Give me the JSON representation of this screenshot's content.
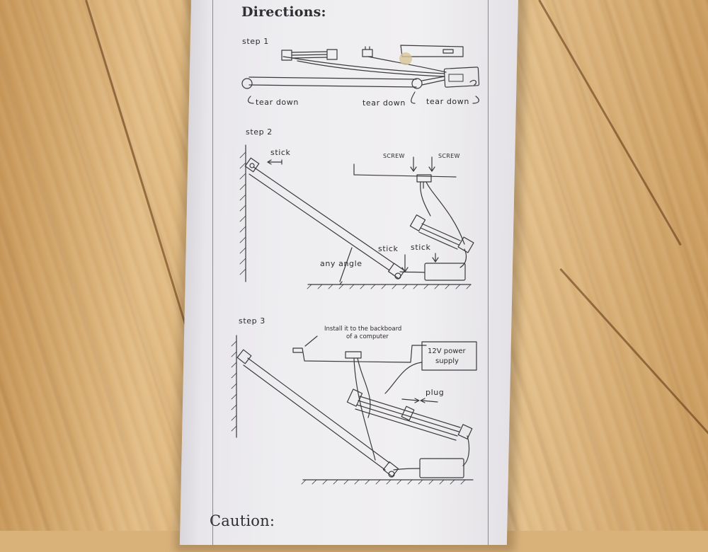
{
  "headings": {
    "directions": "Directions:",
    "caution": "Caution:"
  },
  "step1": {
    "title": "step 1",
    "tear_down_1": "tear down",
    "tear_down_2": "tear down",
    "tear_down_3": "tear down"
  },
  "step2": {
    "title": "step 2",
    "stick_top": "stick",
    "screw_left": "SCREW",
    "screw_right": "SCREW",
    "stick_mid": "stick",
    "stick_right": "stick",
    "any_angle": "any angle"
  },
  "step3": {
    "title": "step 3",
    "install_note_1": "Install it to the backboard",
    "install_note_2": "of a computer",
    "power_supply_1": "12V power",
    "power_supply_2": "supply",
    "plug": "plug"
  },
  "colors": {
    "card": "#eeedf0",
    "ink": "#2b2b2e",
    "wood": "#d9b27a"
  }
}
